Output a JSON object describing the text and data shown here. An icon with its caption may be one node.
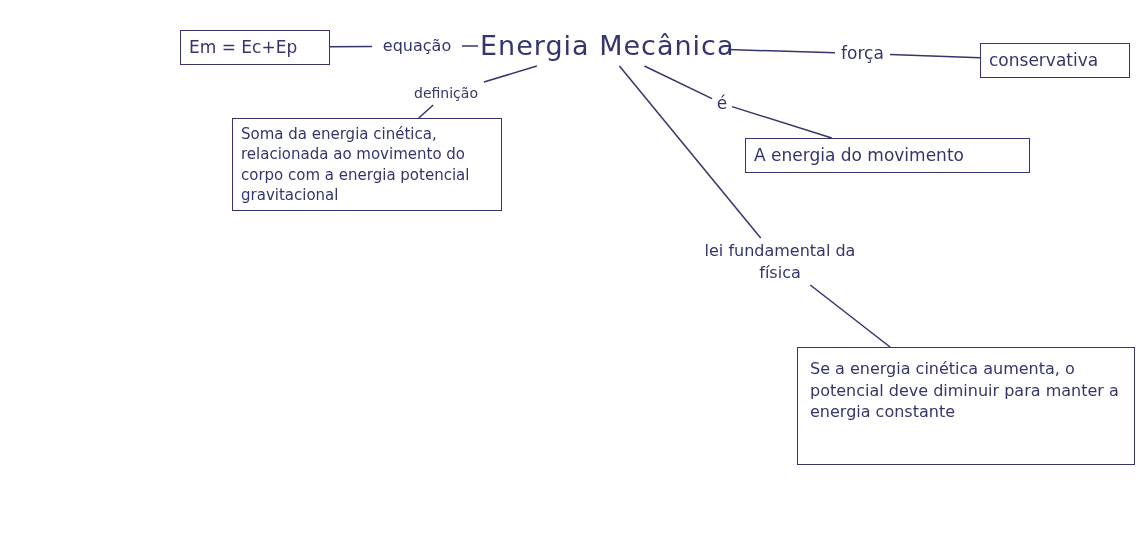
{
  "diagram": {
    "nodes": [
      {
        "text": [
          "Em = Ec+Ep"
        ]
      },
      {
        "text": [
          "equação"
        ]
      },
      {
        "text": [
          "Energia Mecânica"
        ]
      },
      {
        "text": [
          "força"
        ]
      },
      {
        "text": [
          "conservativa"
        ]
      },
      {
        "text": [
          "definição"
        ]
      },
      {
        "text": [
          "Soma da energia cinética, relacionada ao movimento do corpo com a energia potencial gravitacional"
        ]
      },
      {
        "text": [
          "é"
        ]
      },
      {
        "text": [
          "A energia do movimento"
        ]
      },
      {
        "text": [
          "lei fundamental da física"
        ]
      },
      {
        "text": [
          "Se a energia cinética aumenta, o potencial deve diminuir para manter a energia constante"
        ]
      }
    ],
    "edges": [
      {
        "from": 0,
        "to": 1,
        "arrow": "none"
      },
      {
        "from": 1,
        "to": 2,
        "arrow": "none"
      },
      {
        "from": 2,
        "to": 3,
        "arrow": "none"
      },
      {
        "from": 3,
        "to": 4,
        "arrow": "none"
      },
      {
        "from": 2,
        "to": 5,
        "arrow": "none"
      },
      {
        "from": 5,
        "to": 6,
        "arrow": "none"
      },
      {
        "from": 2,
        "to": 7,
        "arrow": "none"
      },
      {
        "from": 7,
        "to": 8,
        "arrow": "none"
      },
      {
        "from": 2,
        "to": 9,
        "arrow": "none"
      },
      {
        "from": 9,
        "to": 10,
        "arrow": "none"
      }
    ]
  }
}
